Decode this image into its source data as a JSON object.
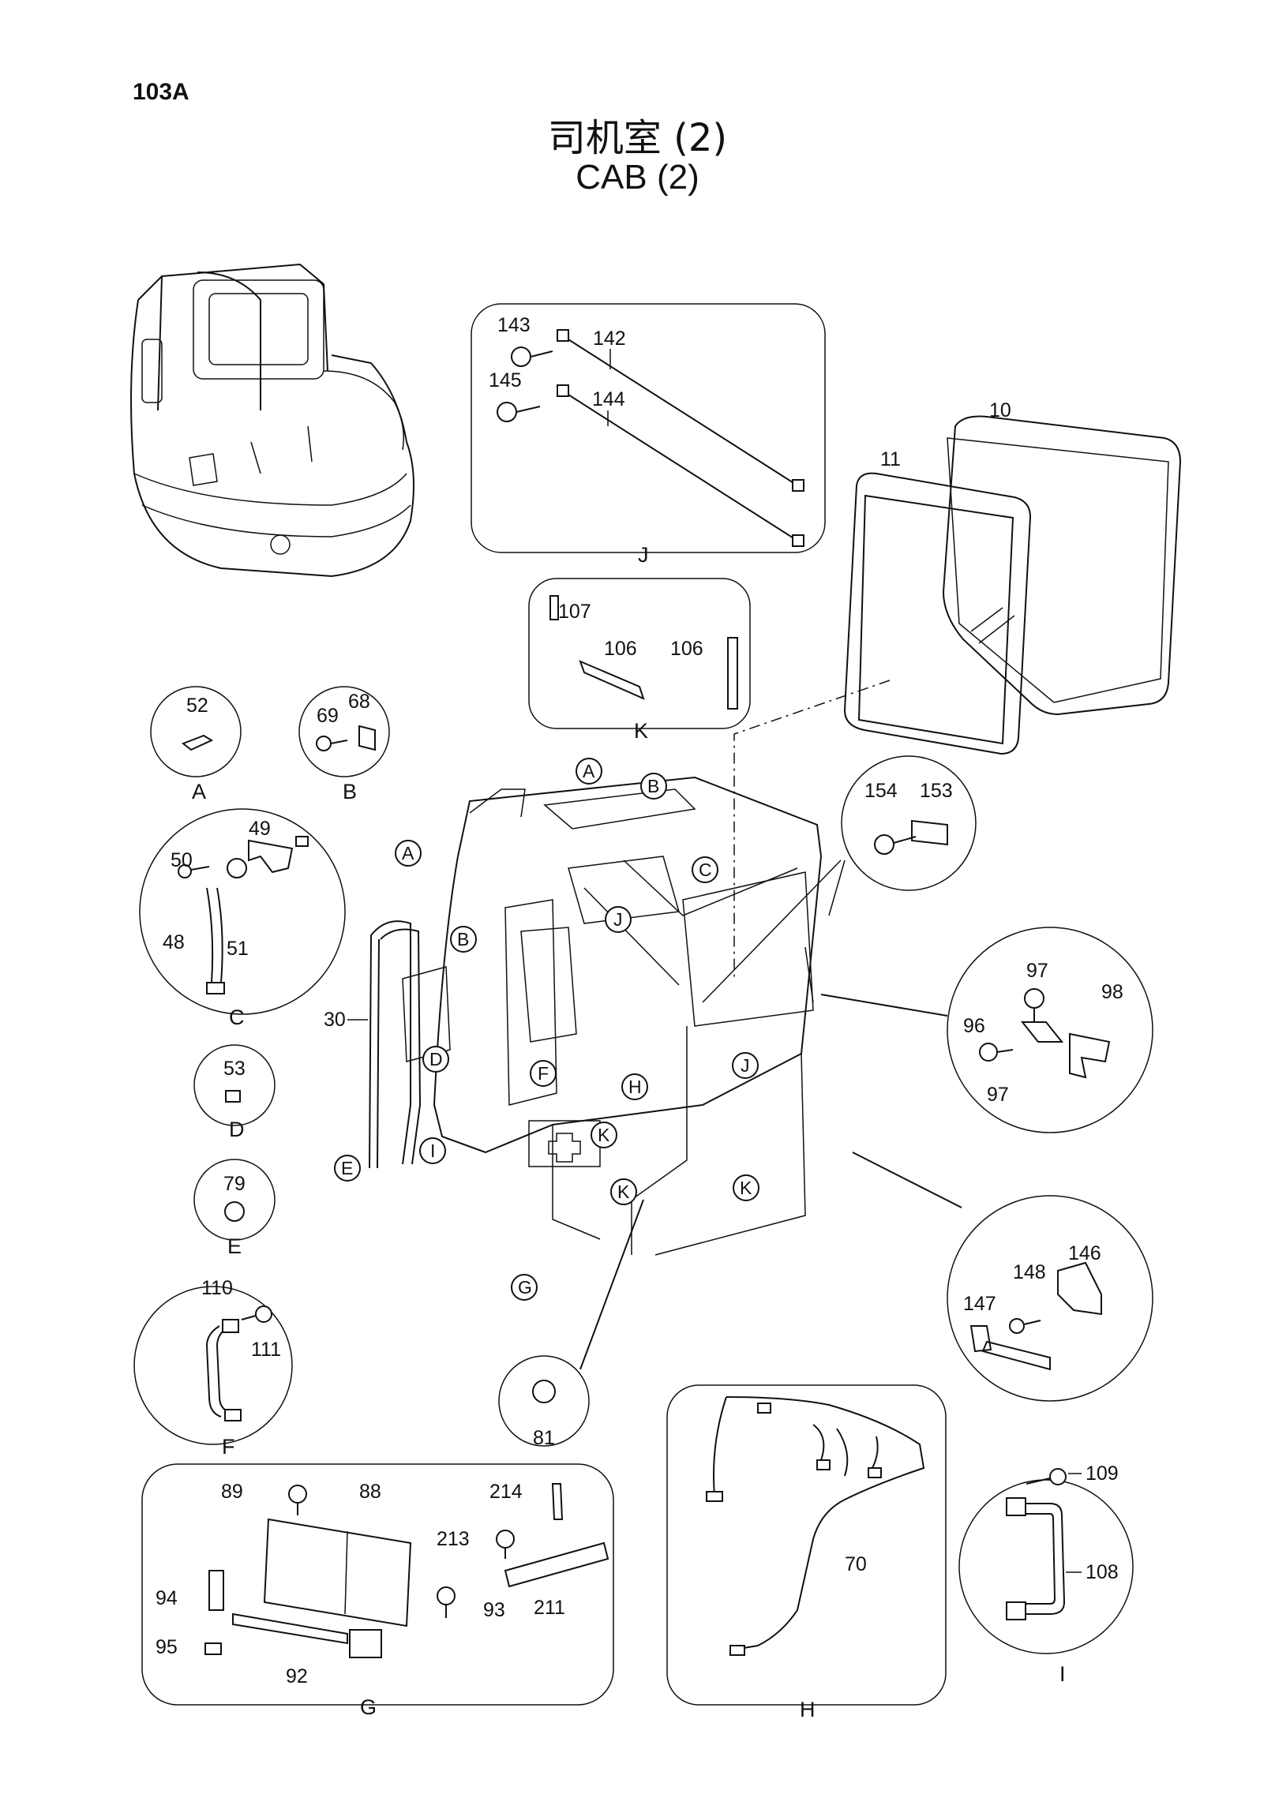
{
  "page_number": "103A",
  "title_zh": "司机室 (2)",
  "title_en": "CAB  (2)",
  "detail_groups": {
    "A": "A",
    "B": "B",
    "C": "C",
    "D": "D",
    "E": "E",
    "F": "F",
    "G": "G",
    "H": "H",
    "I": "I",
    "J": "J",
    "K": "K"
  },
  "parts": {
    "p10": "10",
    "p11": "11",
    "p30": "30",
    "p48": "48",
    "p49": "49",
    "p50": "50",
    "p51": "51",
    "p52": "52",
    "p53": "53",
    "p68": "68",
    "p69": "69",
    "p70": "70",
    "p79": "79",
    "p81": "81",
    "p88": "88",
    "p89": "89",
    "p92": "92",
    "p93": "93",
    "p94": "94",
    "p95": "95",
    "p96": "96",
    "p97": "97",
    "p98": "98",
    "p106": "106",
    "p107": "107",
    "p108": "108",
    "p109": "109",
    "p110": "110",
    "p111": "111",
    "p142": "142",
    "p143": "143",
    "p144": "144",
    "p145": "145",
    "p146": "146",
    "p147": "147",
    "p148": "148",
    "p153": "153",
    "p154": "154",
    "p211": "211",
    "p213": "213",
    "p214": "214"
  }
}
